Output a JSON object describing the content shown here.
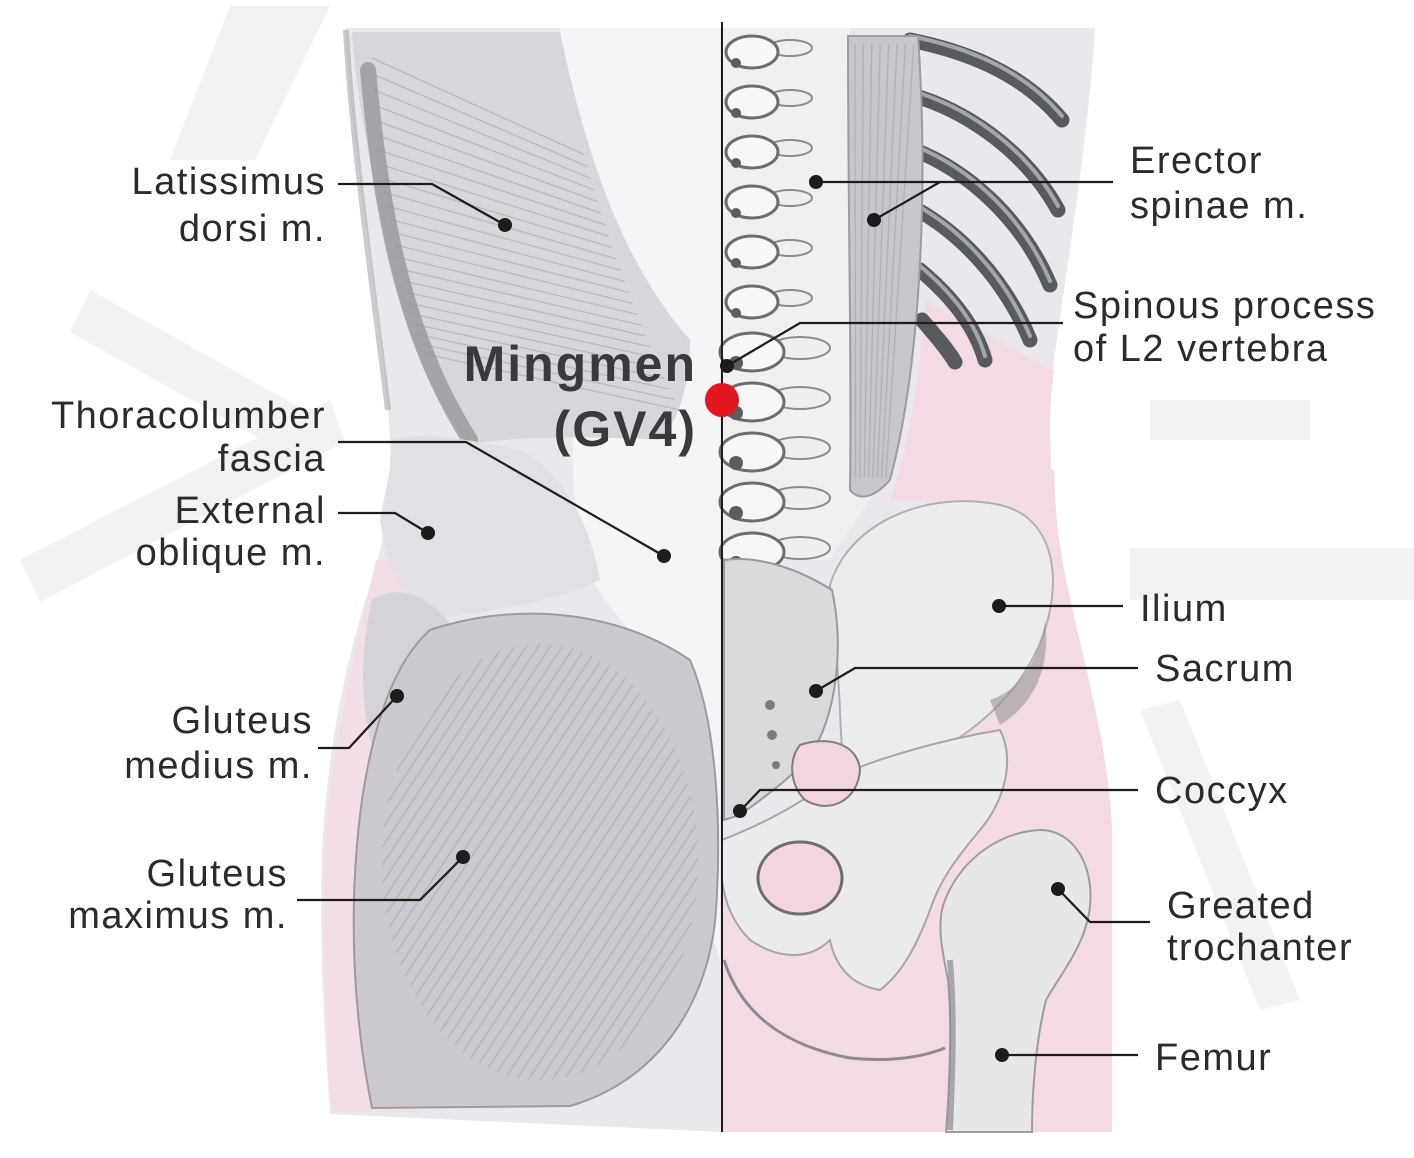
{
  "acupoint": {
    "name": "Mingmen",
    "code": "(GV4)"
  },
  "labels": {
    "latissimus_dorsi": [
      "Latissimus",
      "dorsi m."
    ],
    "thoracolumber_fascia": [
      "Thoracolumber",
      "fascia"
    ],
    "external_oblique": [
      "External",
      "oblique m."
    ],
    "gluteus_medius": [
      "Gluteus",
      "medius m."
    ],
    "gluteus_maximus": [
      "Gluteus",
      "maximus m."
    ],
    "erector_spinae": [
      "Erector",
      "spinae m."
    ],
    "spinous_process": [
      "Spinous process",
      "of L2 vertebra"
    ],
    "ilium": [
      "Ilium"
    ],
    "sacrum": [
      "Sacrum"
    ],
    "coccyx": [
      "Coccyx"
    ],
    "greater_trochanter": [
      "Greated",
      "trochanter"
    ],
    "femur": [
      "Femur"
    ]
  },
  "colors": {
    "acupoint": "#e3161f",
    "leader": "#1c1c1c",
    "label_text": "#2b2b2b"
  }
}
